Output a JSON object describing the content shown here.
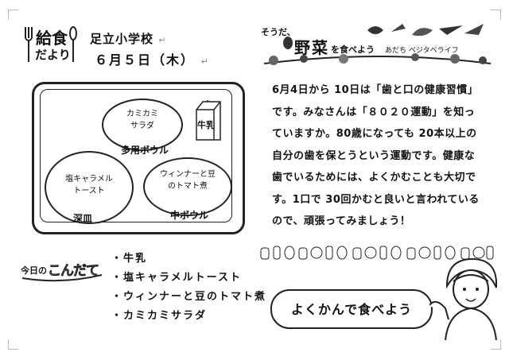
{
  "header": {
    "logo_line1": "給食",
    "logo_line2": "だより",
    "school": "足立小学校",
    "date": "６月５日（木）"
  },
  "tray": {
    "salad": "カミカミ\nサラダ",
    "bowl_multi": "多用ボウル",
    "toast": "塩キャラメル\nトースト",
    "plate_deep": "深皿",
    "sausage": "ウィンナーと豆\nのトマト煮",
    "bowl_mid": "中ボウル",
    "milk": "牛乳"
  },
  "banner": {
    "prefix": "そうだ、",
    "main": "野菜",
    "suffix": "を食べよう",
    "sub": "あだち ベジタベライフ"
  },
  "article": {
    "lines": [
      "6月4日から 10日は「歯と口の健康習慣」",
      "です。みなさんは「８０２０運動」を知っ",
      "ていますか。80歳になっても 20本以上の",
      "自分の歯を保とうという運動です。健康な",
      "歯でいるためには、よくかむことも大切で",
      "す。1口で 30回かむと良いと言われている",
      "ので、頑張ってみましょう！"
    ]
  },
  "kondate": {
    "title_a": "今日の",
    "title_b": "こんだて",
    "items": [
      "・牛乳",
      "・塩キャラメルトースト",
      "・ウィンナーと豆のトマト煮",
      "・カミカミサラダ"
    ]
  },
  "slogan": "よくかんで食べよう"
}
